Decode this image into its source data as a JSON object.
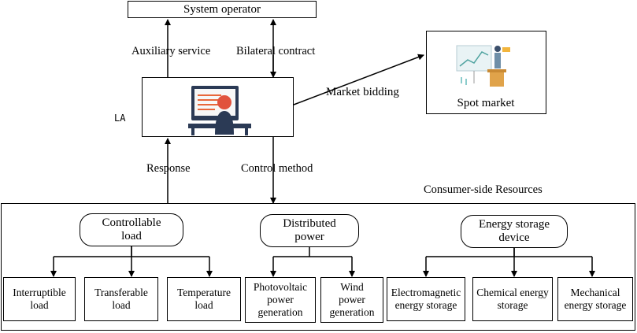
{
  "system_operator": "System operator",
  "auxiliary_service": "Auxiliary service",
  "bilateral_contract": "Bilateral contract",
  "market_bidding": "Market bidding",
  "spot_market": "Spot market",
  "la": "LA",
  "response": "Response",
  "control_method": "Control method",
  "consumer_side": "Consumer-side Resources",
  "groups": [
    {
      "title": "Controllable\nload",
      "items": [
        "Interruptible\nload",
        "Transferable\nload",
        "Temperature\nload"
      ]
    },
    {
      "title": "Distributed\npower",
      "items": [
        "Photovoltaic\npower\ngeneration",
        "Wind\npower\ngeneration"
      ]
    },
    {
      "title": "Energy storage\ndevice",
      "items": [
        "Electromagnetic\nenergy storage",
        "Chemical energy\nstorage",
        "Mechanical\nenergy storage"
      ]
    }
  ],
  "colors": {
    "line": "#000000",
    "monitor": "#2b3a55",
    "screen_line": "#e8673a",
    "person": "#e1523d"
  }
}
